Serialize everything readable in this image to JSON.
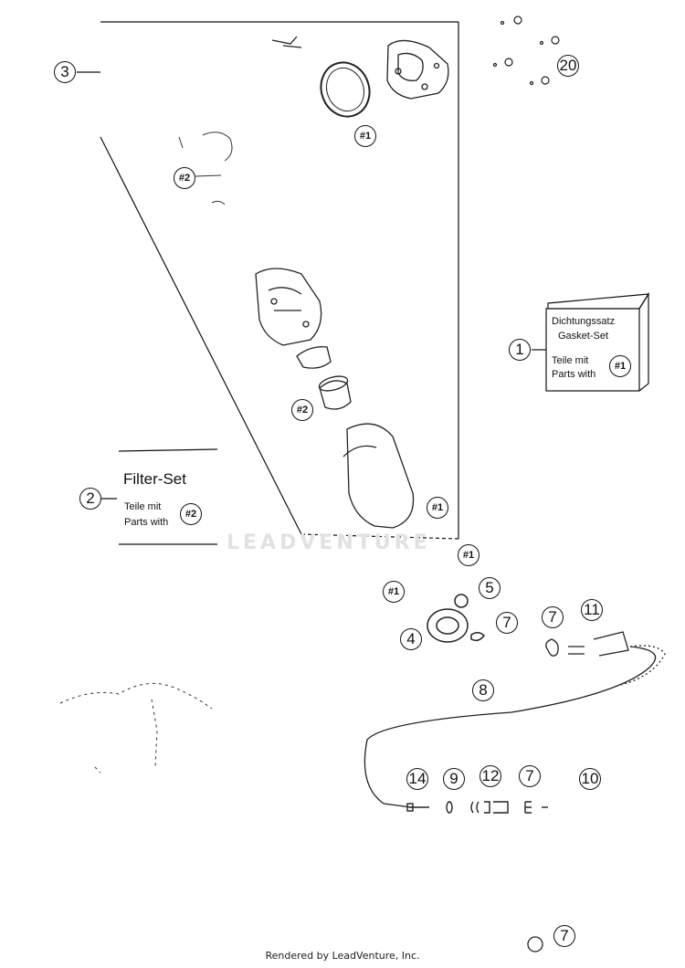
{
  "callouts": [
    {
      "id": "c3",
      "text": "3"
    },
    {
      "id": "c20",
      "text": "20"
    },
    {
      "id": "c1",
      "text": "1"
    },
    {
      "id": "c2",
      "text": "2"
    },
    {
      "id": "c5",
      "text": "5"
    },
    {
      "id": "c4",
      "text": "4"
    },
    {
      "id": "c7a",
      "text": "7"
    },
    {
      "id": "c7b",
      "text": "7"
    },
    {
      "id": "c11",
      "text": "11"
    },
    {
      "id": "c8",
      "text": "8"
    },
    {
      "id": "c14",
      "text": "14"
    },
    {
      "id": "c9",
      "text": "9"
    },
    {
      "id": "c12",
      "text": "12"
    },
    {
      "id": "c7c",
      "text": "7"
    },
    {
      "id": "c10",
      "text": "10"
    },
    {
      "id": "c7d",
      "text": "7"
    }
  ],
  "refs": [
    {
      "id": "r1a",
      "text": "#1"
    },
    {
      "id": "r2a",
      "text": "#2"
    },
    {
      "id": "r2b",
      "text": "#2"
    },
    {
      "id": "r1b",
      "text": "#1"
    },
    {
      "id": "r1c",
      "text": "#1"
    },
    {
      "id": "r1d",
      "text": "#1"
    },
    {
      "id": "r2box",
      "text": "#2"
    },
    {
      "id": "r1box",
      "text": "#1"
    }
  ],
  "gasket_set": {
    "line1": "Dichtungssatz",
    "line2": "Gasket-Set",
    "line3": "Teile mit",
    "line4": "Parts with"
  },
  "filter_set": {
    "title": "Filter-Set",
    "line1": "Teile mit",
    "line2": "Parts with"
  },
  "watermark": "LEADVENTURE",
  "footer": "Rendered by LeadVenture, Inc."
}
